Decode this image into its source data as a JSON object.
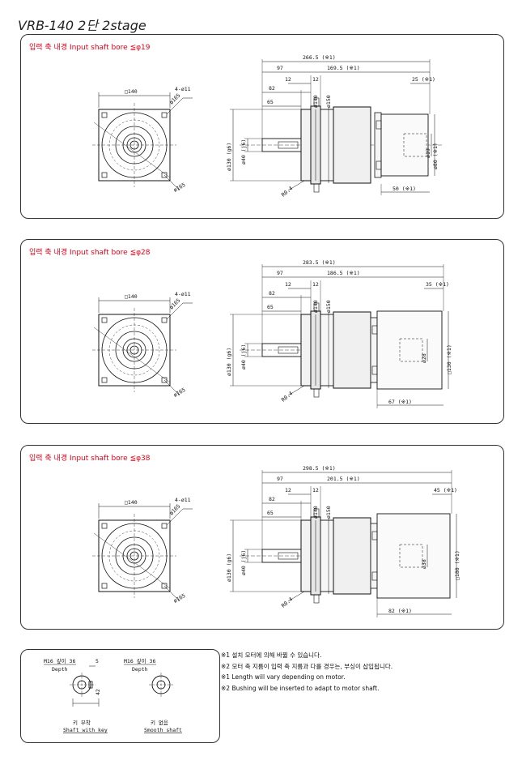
{
  "title": "VRB-140  2단  2stage",
  "panels": [
    {
      "bore": "입력 축 내경  Input shaft bore  ≦φ19",
      "front": {
        "square": "□140",
        "holes": "4-ø11",
        "pcd1": "ø165",
        "pcd2": "ø165"
      },
      "side": {
        "total": "266.5 (※1)",
        "d97": "97",
        "d_right": "169.5 (※1)",
        "d25": "25 (※1)",
        "d82": "82",
        "d12a": "12",
        "d12b": "12",
        "d65": "65",
        "phi140": "ø140",
        "phi150": "ø150",
        "phi130": "ø130 (g6)",
        "phi40": "ø40 (j6)",
        "r04": "R0.4",
        "motor_bore": "ø19",
        "motor_pilot": "ø80 (※1)",
        "d50": "50 (※1)"
      }
    },
    {
      "bore": "입력 축 내경  Input shaft bore  ≦φ28",
      "front": {
        "square": "□140",
        "holes": "4-ø11",
        "pcd1": "ø165",
        "pcd2": "ø165"
      },
      "side": {
        "total": "283.5 (※1)",
        "d97": "97",
        "d_right": "186.5 (※1)",
        "d25": "35 (※1)",
        "d82": "82",
        "d12a": "12",
        "d12b": "12",
        "d65": "65",
        "phi140": "ø140",
        "phi150": "ø150",
        "phi130": "ø130 (g6)",
        "phi40": "ø40 (j6)",
        "r04": "R0.4",
        "motor_bore": "ø28",
        "motor_pilot": "□130 (※1)",
        "d50": "67 (※1)"
      }
    },
    {
      "bore": "입력 축 내경  Input shaft bore  ≦φ38",
      "front": {
        "square": "□140",
        "holes": "4-ø11",
        "pcd1": "ø165",
        "pcd2": "ø165"
      },
      "side": {
        "total": "298.5 (※1)",
        "d97": "97",
        "d_right": "201.5 (※1)",
        "d25": "45 (※1)",
        "d82": "82",
        "d12a": "12",
        "d12b": "12",
        "d65": "65",
        "phi140": "ø140",
        "phi150": "ø150",
        "phi130": "ø130 (g6)",
        "phi40": "ø40 (j6)",
        "r04": "R0.4",
        "motor_bore": "ø38",
        "motor_pilot": "□180 (※1)",
        "d50": "82 (※1)"
      }
    }
  ],
  "shaft": {
    "left_tap": "M16 깊이 36",
    "left_depth": "Depth",
    "dim5": "5",
    "dim42": "42",
    "left_ko": "키 부착",
    "left_en": "Shaft with key",
    "right_tap": "M16 깊이 36",
    "right_depth": "Depth",
    "right_ko": "키 없음",
    "right_en": "Smooth shaft"
  },
  "notes": [
    "※1  설치 모터에 의해 바뀔 수 있습니다.",
    "※2  모터 축 지름이 입력 축 지름과 다를 경우는, 부싱이 삽입됩니다.",
    "※1  Length will vary depending on motor.",
    "※2  Bushing will be inserted to adapt to motor shaft."
  ]
}
